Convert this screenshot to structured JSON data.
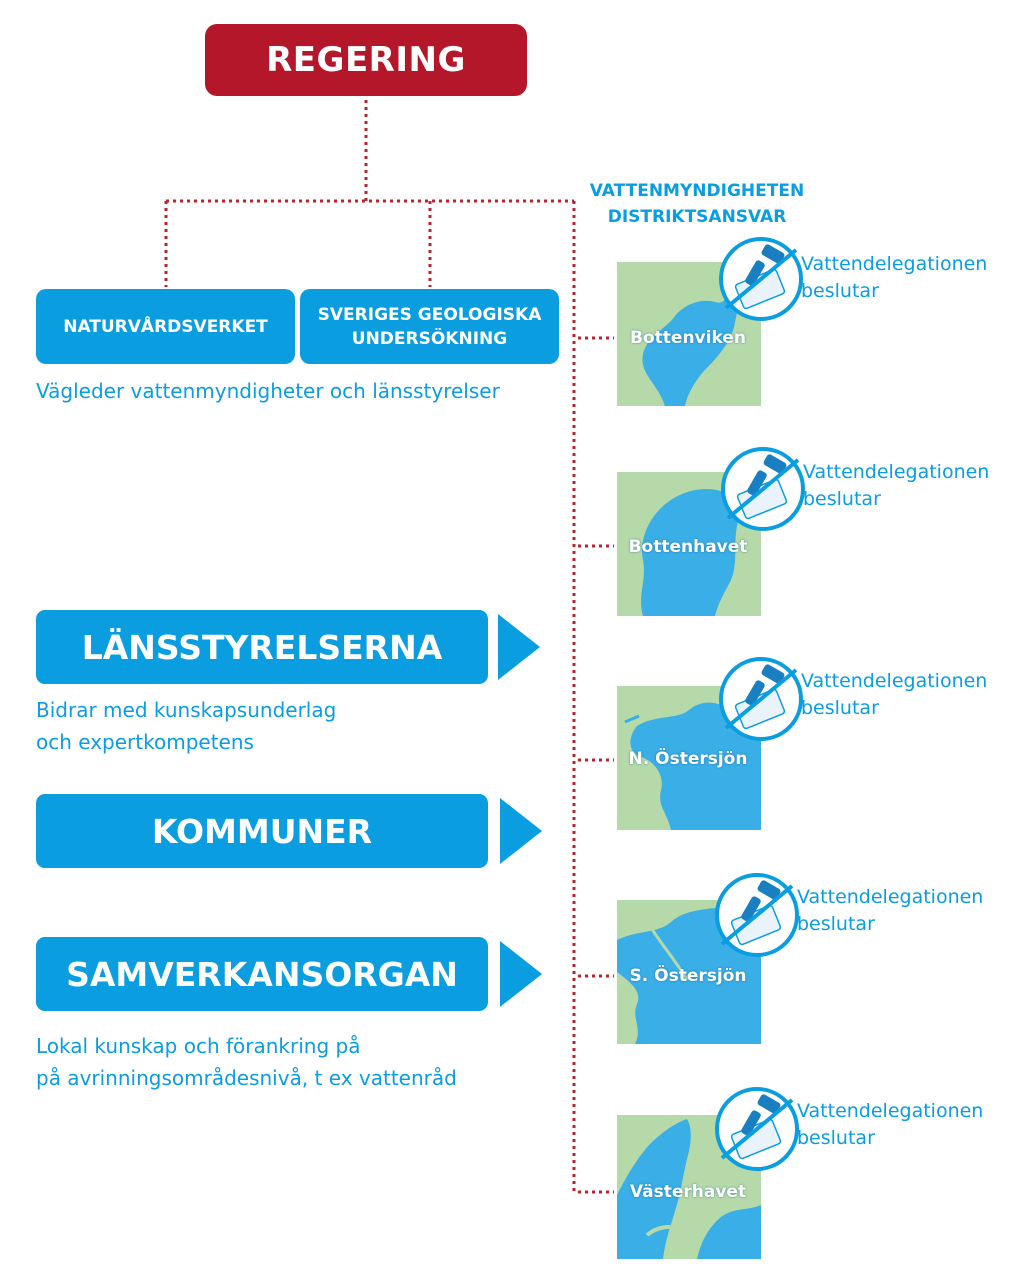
{
  "top": {
    "regering": "REGERING"
  },
  "agencies": [
    {
      "name": "NATURVÅRDSVERKET"
    },
    {
      "line1": "SVERIGES GEOLOGISKA",
      "line2": "UNDERSÖKNING"
    }
  ],
  "agencies_caption": "Vägleder vattenmyndigheter och länsstyrelser",
  "vattenmyndigheten": {
    "line1": "VATTENMYNDIGHETEN",
    "line2": "DISTRIKTSANSVAR"
  },
  "actors": [
    {
      "name": "LÄNSSTYRELSERNA",
      "caption_line1": "Bidrar med kunskapsunderlag",
      "caption_line2": "och expertkompetens"
    },
    {
      "name": "KOMMUNER"
    },
    {
      "name": "SAMVERKANSORGAN",
      "caption_line1": "Lokal kunskap och förankring på",
      "caption_line2": "på avrinningsområdesnivå, t ex vattenråd"
    }
  ],
  "districts": [
    {
      "name": "Bottenviken",
      "delegation_line1": "Vattendelegationen",
      "delegation_line2": "beslutar"
    },
    {
      "name": "Bottenhavet",
      "delegation_line1": "Vattendelegationen",
      "delegation_line2": "beslutar"
    },
    {
      "name": "N. Östersjön",
      "delegation_line1": "Vattendelegationen",
      "delegation_line2": "beslutar"
    },
    {
      "name": "S. Östersjön",
      "delegation_line1": "Vattendelegationen",
      "delegation_line2": "beslutar"
    },
    {
      "name": "Västerhavet",
      "delegation_line1": "Vattendelegationen",
      "delegation_line2": "beslutar"
    }
  ],
  "colors": {
    "red": "#b5172a",
    "blue": "#0a9ddf",
    "land": "#b5d9a8",
    "water": "#3aaee7",
    "connector": "#c0202a"
  },
  "icons": [
    "gavel-stamp-icon"
  ]
}
